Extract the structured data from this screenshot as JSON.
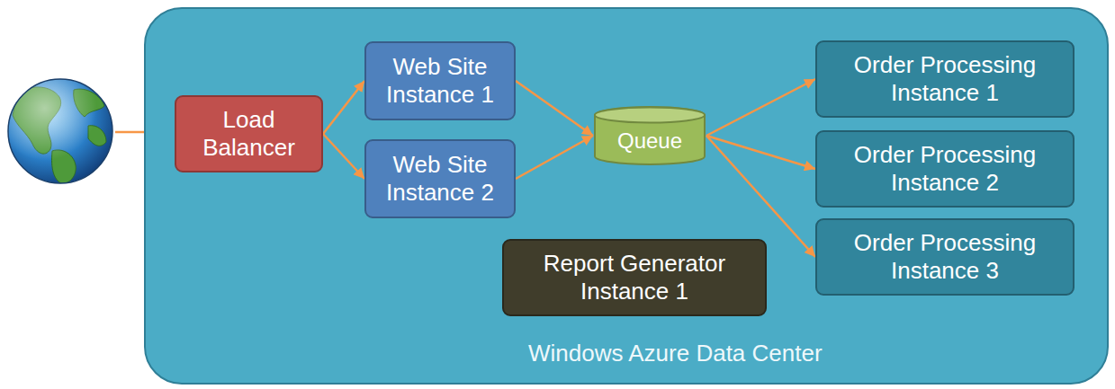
{
  "diagram": {
    "nodes": [
      {
        "text": [
          "Windows Azure Data Center"
        ]
      },
      {
        "text": [
          "Load Balancer"
        ],
        "in": 0
      },
      {
        "text": [
          "Web Site Instance 1"
        ],
        "in": 0
      },
      {
        "text": [
          "Web Site Instance 2"
        ],
        "in": 0
      },
      {
        "text": [
          "Queue"
        ],
        "in": 0
      },
      {
        "text": [
          "Order Processing Instance 1"
        ],
        "in": 0
      },
      {
        "text": [
          "Order Processing Instance 2"
        ],
        "in": 0
      },
      {
        "text": [
          "Order Processing Instance 3"
        ],
        "in": 0
      },
      {
        "text": [
          "Report Generator Instance 1"
        ],
        "in": 0
      }
    ],
    "edges": [
      {
        "from": 1,
        "to": 2,
        "arrow": "to"
      },
      {
        "from": 1,
        "to": 3,
        "arrow": "to"
      },
      {
        "from": 2,
        "to": 4,
        "arrow": "to"
      },
      {
        "from": 3,
        "to": 4,
        "arrow": "to"
      },
      {
        "from": 4,
        "to": 5,
        "arrow": "to"
      },
      {
        "from": 4,
        "to": 6,
        "arrow": "to"
      },
      {
        "from": 4,
        "to": 7,
        "arrow": "to"
      }
    ]
  }
}
